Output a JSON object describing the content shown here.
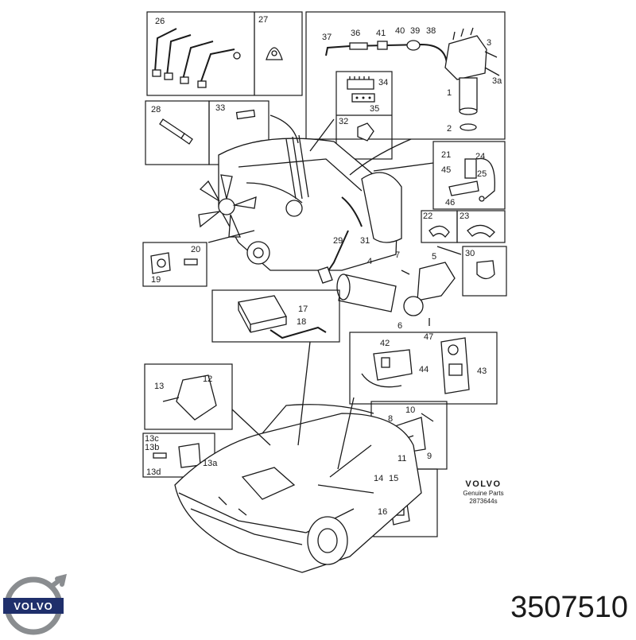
{
  "callouts": [
    {
      "id": "c26",
      "label": "26"
    },
    {
      "id": "c27",
      "label": "27"
    },
    {
      "id": "c37",
      "label": "37"
    },
    {
      "id": "c36",
      "label": "36"
    },
    {
      "id": "c41",
      "label": "41"
    },
    {
      "id": "c40",
      "label": "40"
    },
    {
      "id": "c39",
      "label": "39"
    },
    {
      "id": "c38",
      "label": "38"
    },
    {
      "id": "c3",
      "label": "3"
    },
    {
      "id": "c3a",
      "label": "3a"
    },
    {
      "id": "c1",
      "label": "1"
    },
    {
      "id": "c2",
      "label": "2"
    },
    {
      "id": "c34",
      "label": "34"
    },
    {
      "id": "c35",
      "label": "35"
    },
    {
      "id": "c32",
      "label": "32"
    },
    {
      "id": "c33",
      "label": "33"
    },
    {
      "id": "c28",
      "label": "28"
    },
    {
      "id": "c21",
      "label": "21"
    },
    {
      "id": "c24",
      "label": "24"
    },
    {
      "id": "c45",
      "label": "45"
    },
    {
      "id": "c25",
      "label": "25"
    },
    {
      "id": "c46",
      "label": "46"
    },
    {
      "id": "c22",
      "label": "22"
    },
    {
      "id": "c23",
      "label": "23"
    },
    {
      "id": "c20",
      "label": "20"
    },
    {
      "id": "c19",
      "label": "19"
    },
    {
      "id": "c29",
      "label": "29"
    },
    {
      "id": "c31",
      "label": "31"
    },
    {
      "id": "c4",
      "label": "4"
    },
    {
      "id": "c7",
      "label": "7"
    },
    {
      "id": "c5",
      "label": "5"
    },
    {
      "id": "c30",
      "label": "30"
    },
    {
      "id": "c17",
      "label": "17"
    },
    {
      "id": "c18",
      "label": "18"
    },
    {
      "id": "c6",
      "label": "6"
    },
    {
      "id": "c47",
      "label": "47"
    },
    {
      "id": "c42",
      "label": "42"
    },
    {
      "id": "c44",
      "label": "44"
    },
    {
      "id": "c43",
      "label": "43"
    },
    {
      "id": "c13",
      "label": "13"
    },
    {
      "id": "c12",
      "label": "12"
    },
    {
      "id": "c10",
      "label": "10"
    },
    {
      "id": "c8",
      "label": "8"
    },
    {
      "id": "c11",
      "label": "11"
    },
    {
      "id": "c9",
      "label": "9"
    },
    {
      "id": "c13c",
      "label": "13c"
    },
    {
      "id": "c13b",
      "label": "13b"
    },
    {
      "id": "c13a",
      "label": "13a"
    },
    {
      "id": "c13d",
      "label": "13d"
    },
    {
      "id": "c14",
      "label": "14"
    },
    {
      "id": "c15",
      "label": "15"
    },
    {
      "id": "c16",
      "label": "16"
    }
  ],
  "genuine_parts": {
    "brand": "VOLVO",
    "line1": "Genuine Parts",
    "line2": "2873644s"
  },
  "logo": {
    "wordmark": "VOLVO",
    "icon": "volvo-iron-mark-icon"
  },
  "part_number": "3507510",
  "colors": {
    "ink": "#1a1a1a",
    "background": "#ffffff",
    "logo_blue": "#1f2f6b",
    "logo_grey": "#8a8d90"
  }
}
